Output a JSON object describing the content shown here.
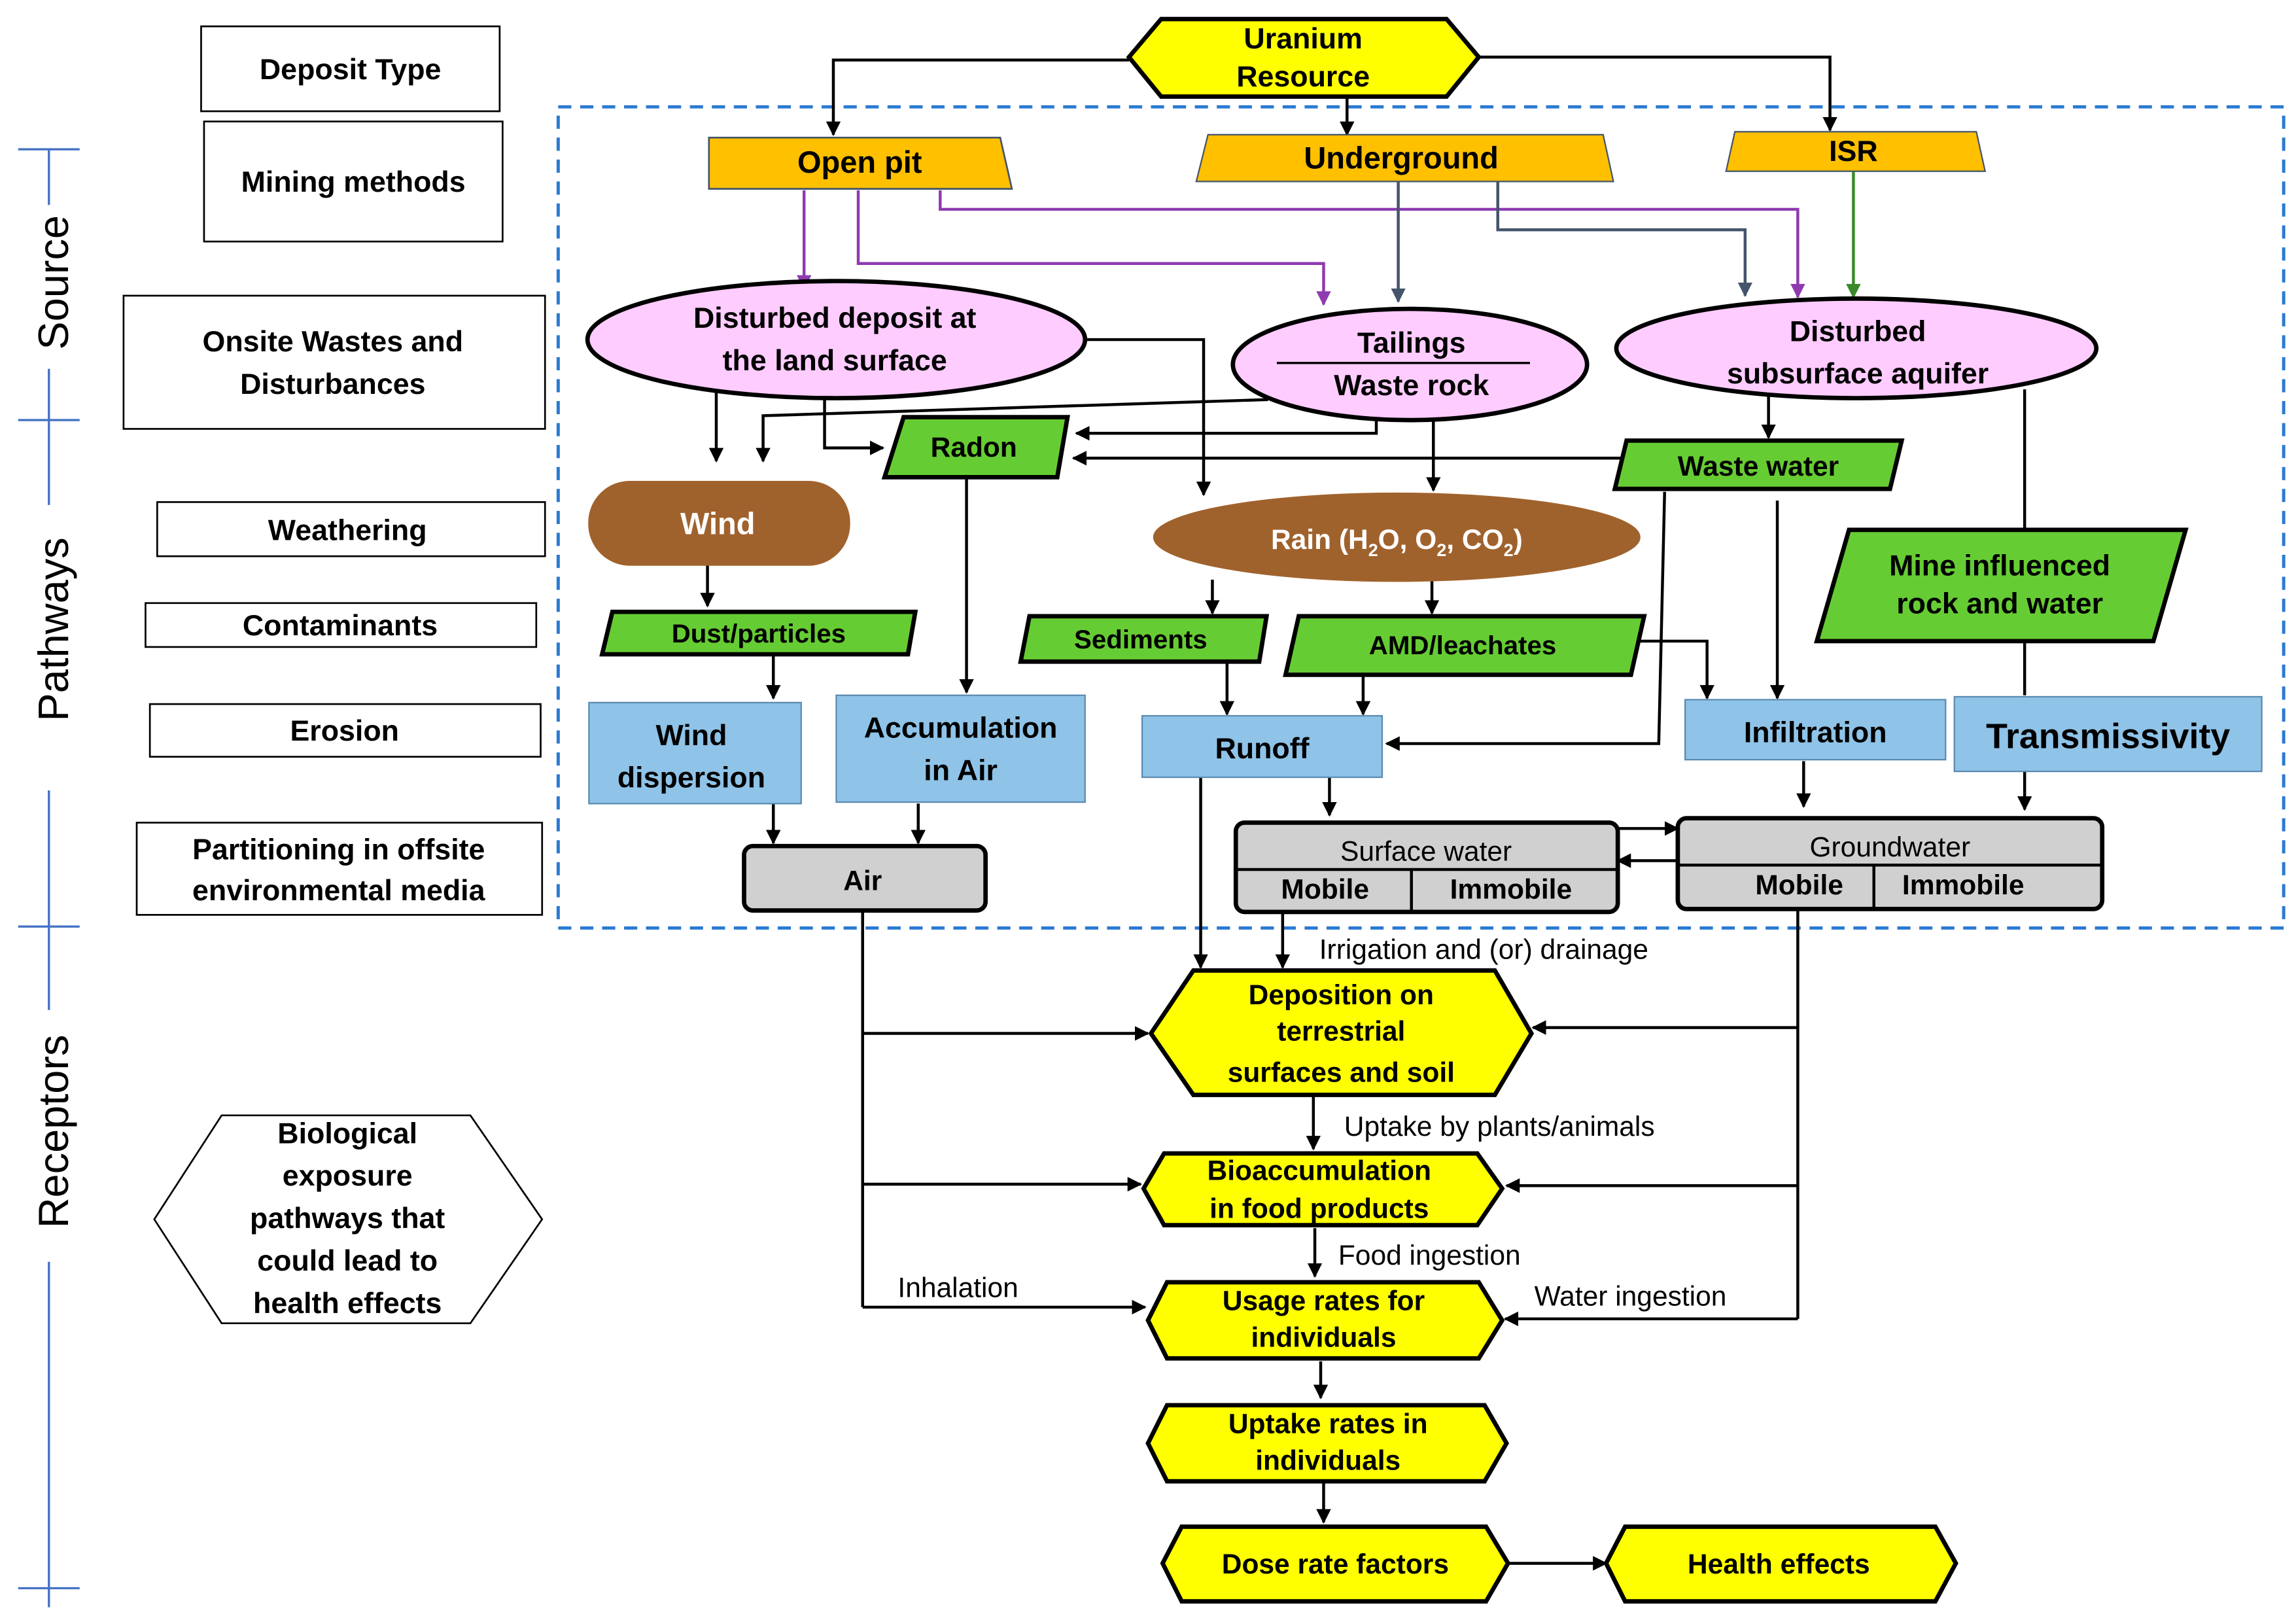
{
  "side_labels": {
    "source": "Source",
    "pathways": "Pathways",
    "receptors": "Receptors"
  },
  "legend": {
    "deposit_type": "Deposit Type",
    "mining_methods": "Mining methods",
    "onsite_1": "Onsite Wastes and",
    "onsite_2": "Disturbances",
    "weathering": "Weathering",
    "contaminants": "Contaminants",
    "erosion": "Erosion",
    "partition_1": "Partitioning in offsite",
    "partition_2": "environmental media",
    "bio_1": "Biological",
    "bio_2": "exposure",
    "bio_3": "pathways that",
    "bio_4": "could lead to",
    "bio_5": "health effects"
  },
  "nodes": {
    "uranium_1": "Uranium",
    "uranium_2": "Resource",
    "open_pit": "Open pit",
    "underground": "Underground",
    "isr": "ISR",
    "disturbed_deposit_1": "Disturbed deposit at",
    "disturbed_deposit_2": "the land surface",
    "tailings": "Tailings",
    "waste_rock": "Waste rock",
    "aquifer_1": "Disturbed",
    "aquifer_2": "subsurface aquifer",
    "radon": "Radon",
    "waste_water": "Waste water",
    "wind": "Wind",
    "rain_main": "Rain (H",
    "rain_sub2": "2",
    "rain_o": "O, O",
    "rain_sub2b": "2",
    "rain_co": ", CO",
    "rain_sub2c": "2",
    "rain_close": ")",
    "mine_1": "Mine influenced",
    "mine_2": "rock and water",
    "dust": "Dust/particles",
    "sediments": "Sediments",
    "amd": "AMD/leachates",
    "wind_disp_1": "Wind",
    "wind_disp_2": "dispersion",
    "accum_1": "Accumulation",
    "accum_2": "in Air",
    "runoff": "Runoff",
    "infiltration": "Infiltration",
    "transmissivity": "Transmissivity",
    "air": "Air",
    "surface_water": "Surface water",
    "sw_mobile": "Mobile",
    "sw_immobile": "Immobile",
    "groundwater": "Groundwater",
    "gw_mobile": "Mobile",
    "gw_immobile": "Immobile",
    "deposition_1": "Deposition on",
    "deposition_2": "terrestrial",
    "deposition_3": "surfaces and soil",
    "bioacc_1": "Bioaccumulation",
    "bioacc_2": "in food products",
    "usage_1": "Usage rates for",
    "usage_2": "individuals",
    "uptake_1": "Uptake rates in",
    "uptake_2": "individuals",
    "dose": "Dose rate factors",
    "health": "Health effects"
  },
  "edge_labels": {
    "irrigation": "Irrigation and (or) drainage",
    "uptake_plants": "Uptake by plants/animals",
    "food_ingestion": "Food ingestion",
    "inhalation": "Inhalation",
    "water_ingestion": "Water ingestion"
  },
  "colors": {
    "yellow": "#ffff00",
    "orange": "#ffc000",
    "pink": "#ffccff",
    "green": "#66cc33",
    "brown": "#a0622d",
    "blue": "#8fc3e8",
    "gray": "#d0d0d0",
    "purple": "#8e3bb0",
    "steel": "#44546a",
    "dark_green": "#3a8a2a",
    "dashed_blue": "#2a7ad2",
    "axis_blue": "#4472c4"
  }
}
